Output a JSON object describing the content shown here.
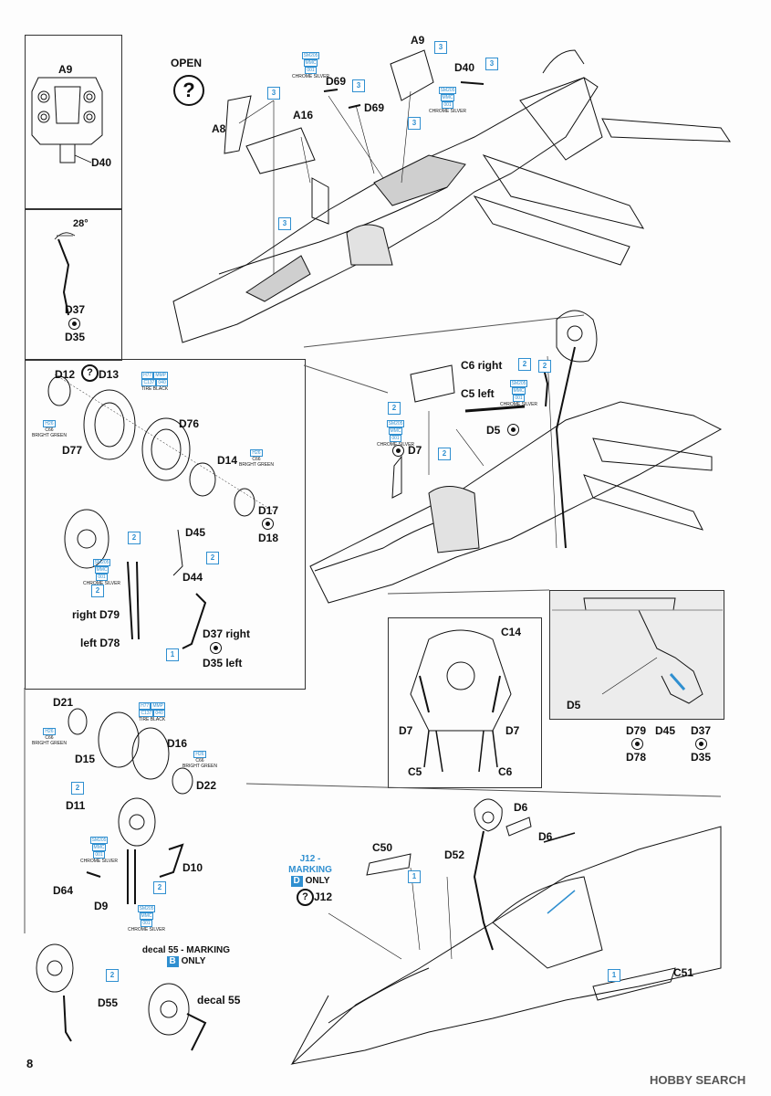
{
  "page_number": "8",
  "watermark": "HOBBY SEARCH",
  "open_label": "OPEN",
  "question_glyph": "?",
  "colors": {
    "accent": "#2f8fd0",
    "line": "#111111"
  },
  "paint": {
    "chrome_silver": {
      "codes": [
        "SM205",
        "MMC",
        "001"
      ],
      "name": "CHROME SILVER"
    },
    "tire_black": {
      "codes": [
        "H77",
        "MMP",
        "C137",
        "040"
      ],
      "name": "TIRE BLACK"
    },
    "bright_green": {
      "codes": [
        "H26",
        "C66"
      ],
      "name": "BRIGHT GREEN"
    }
  },
  "labels": {
    "a9": "A9",
    "a8": "A8",
    "a16": "A16",
    "d69": "D69",
    "d40": "D40",
    "angle": "28°",
    "d37": "D37",
    "d35": "D35",
    "d12": "D12",
    "d13": "D13",
    "d77": "D77",
    "d76": "D76",
    "d14": "D14",
    "d17": "D17",
    "d18": "D18",
    "d45": "D45",
    "d44": "D44",
    "right_d79": "right D79",
    "left_d78": "left D78",
    "d37_right": "D37 right",
    "d35_left": "D35 left",
    "c6_right": "C6 right",
    "c5_left": "C5 left",
    "d5": "D5",
    "d7": "D7",
    "c14": "C14",
    "c5": "C5",
    "c6": "C6",
    "d79": "D79",
    "d78": "D78",
    "d21": "D21",
    "d15": "D15",
    "d16": "D16",
    "d22": "D22",
    "d11": "D11",
    "d10": "D10",
    "d64": "D64",
    "d9": "D9",
    "d55": "D55",
    "decal55": "decal 55",
    "c50": "C50",
    "d52": "D52",
    "d6": "D6",
    "j12": "J12",
    "c51": "C51"
  },
  "markings": {
    "j12": {
      "line1": "J12 - MARKING",
      "letter": "D",
      "suffix": "ONLY"
    },
    "decal55": {
      "line1": "decal 55 - MARKING",
      "letter": "B",
      "suffix": "ONLY"
    }
  },
  "step_numbers": [
    "1",
    "2",
    "3"
  ]
}
